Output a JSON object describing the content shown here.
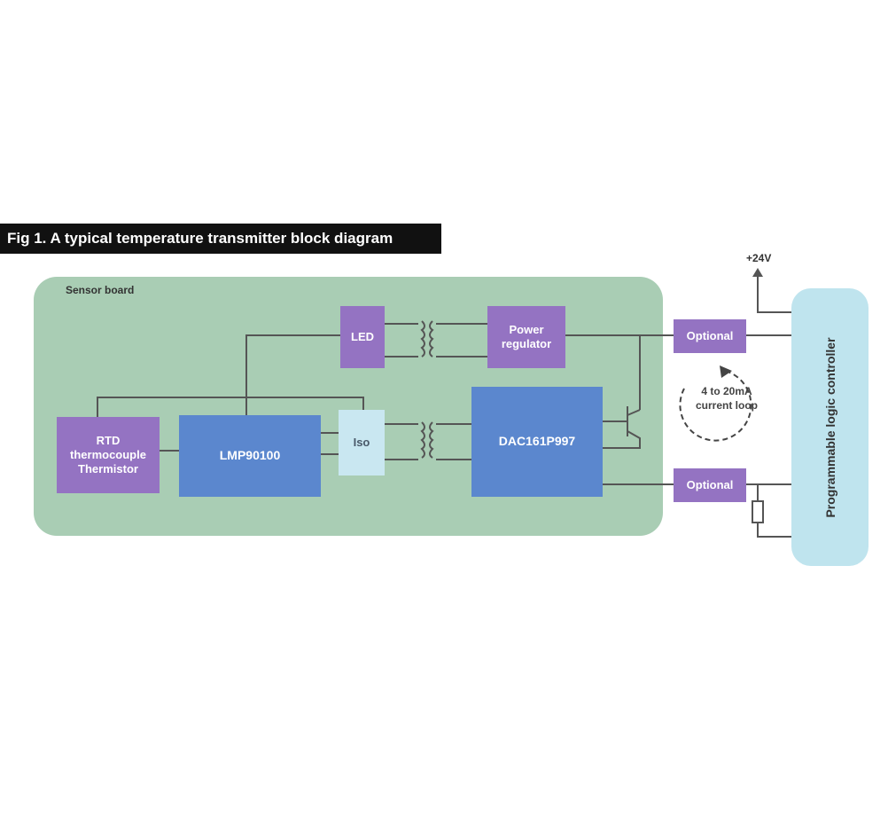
{
  "figure": {
    "title": "Fig 1. A typical temperature transmitter block diagram"
  },
  "diagram": {
    "panel_label": "Sensor board",
    "blocks": {
      "sensor": "RTD thermocouple Thermistor",
      "mcu": "LMP90100",
      "isolator": "Iso",
      "led": "LED",
      "power_regulator": "Power regulator",
      "dac": "DAC161P997",
      "optional_top": "Optional",
      "optional_bottom": "Optional"
    },
    "loop_label": "4 to 20mA current loop",
    "supply_label": "+24V",
    "plc_label": "Programmable logic controller",
    "colors": {
      "panel": "#a9cdb4",
      "purple_block": "#9473c2",
      "blue_block": "#5b87ce",
      "light_block": "#c9e7f1",
      "plc": "#bfe4ee"
    }
  }
}
